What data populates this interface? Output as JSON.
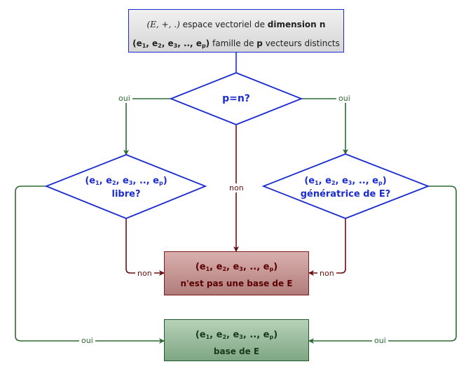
{
  "top_box": {
    "line1_math": "(E, +, .)",
    "line1_text": "espace vectoriel de",
    "line1_bold": "dimension n",
    "line2_math": "(e1, e2, e3, .., ep)",
    "line2_text": "famille de",
    "line2_bold": "p",
    "line2_tail": "vecteurs distincts"
  },
  "decision_center": {
    "text": "p=n?"
  },
  "decision_left": {
    "line1": "(e1, e2, e3, .., ep)",
    "line2": "libre?"
  },
  "decision_right": {
    "line1": "(e1, e2, e3, .., ep)",
    "line2": "génératrice de E?"
  },
  "result_not_base": {
    "line1": "(e1, e2, e3, .., ep)",
    "line2": "n'est pas une base de E"
  },
  "result_base": {
    "line1": "(e1, e2, e3, .., ep)",
    "line2": "base de E"
  },
  "edge_labels": {
    "yes": "oui",
    "no": "non"
  },
  "colors": {
    "blue": "#1a2bd0",
    "green": "#2d6a34",
    "dark_red": "#6a0f0f"
  }
}
